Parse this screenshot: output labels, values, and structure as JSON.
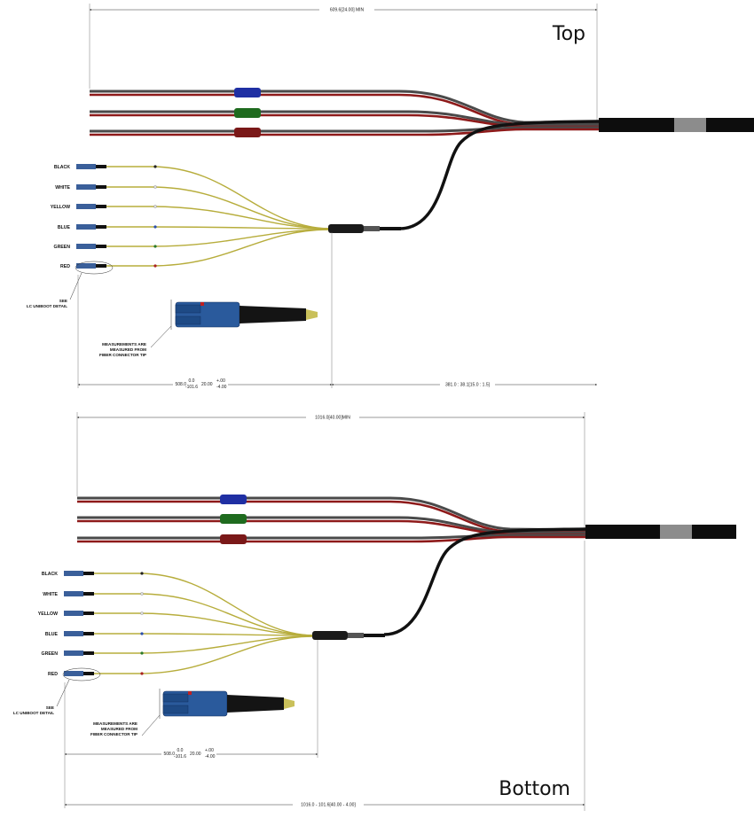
{
  "views": [
    {
      "title": "Top",
      "overall_dim": "609.6[24.00] MIN",
      "leg_dim_main": "508.0",
      "leg_dim_upper": "0.0",
      "leg_dim_lower": "-101.6",
      "leg_dim_inch": "20.00",
      "leg_dim_inch_upper": "+.00",
      "leg_dim_inch_lower": "-4.00",
      "furcation_dim": "381.0 : 38.1[15.0 : 1.5]",
      "fiber_labels": [
        "BLACK",
        "WHITE",
        "YELLOW",
        "BLUE",
        "GREEN",
        "RED"
      ],
      "see_note": [
        "SEE",
        "LC UNIBOOT DETAIL"
      ],
      "measure_note": [
        "MEASUREMENTS ARE",
        "MEASURED FROM",
        "FIBER CONNECTOR TIP"
      ]
    },
    {
      "title": "Bottom",
      "overall_dim": "1016.0[40.00]MIN",
      "leg_dim_main": "508.0",
      "leg_dim_upper": "0.0",
      "leg_dim_lower": "-101.6",
      "leg_dim_inch": "20.00",
      "leg_dim_inch_upper": "+.00",
      "leg_dim_inch_lower": "-4.00",
      "bottom_dim": "1016.0 - 101.6[40.00 - 4.00]",
      "fiber_labels": [
        "BLACK",
        "WHITE",
        "YELLOW",
        "BLUE",
        "GREEN",
        "RED"
      ],
      "see_note": [
        "SEE",
        "LC UNIBOOT DETAIL"
      ],
      "measure_note": [
        "MEASUREMENTS ARE",
        "MEASURED FROM",
        "FIBER CONNECTOR TIP"
      ]
    }
  ],
  "colors": {
    "jacket": "#0d0d0d",
    "wire_gray": "#4a4a4a",
    "wire_red": "#8e1a1a",
    "band_blue": "#1f2fa3",
    "band_green": "#1f6b1f",
    "band_red": "#7a1818",
    "fiber_yellow": "#b7ad3c",
    "connector_blue": "#2a5a9c",
    "boot_yellow": "#c9c05a"
  }
}
